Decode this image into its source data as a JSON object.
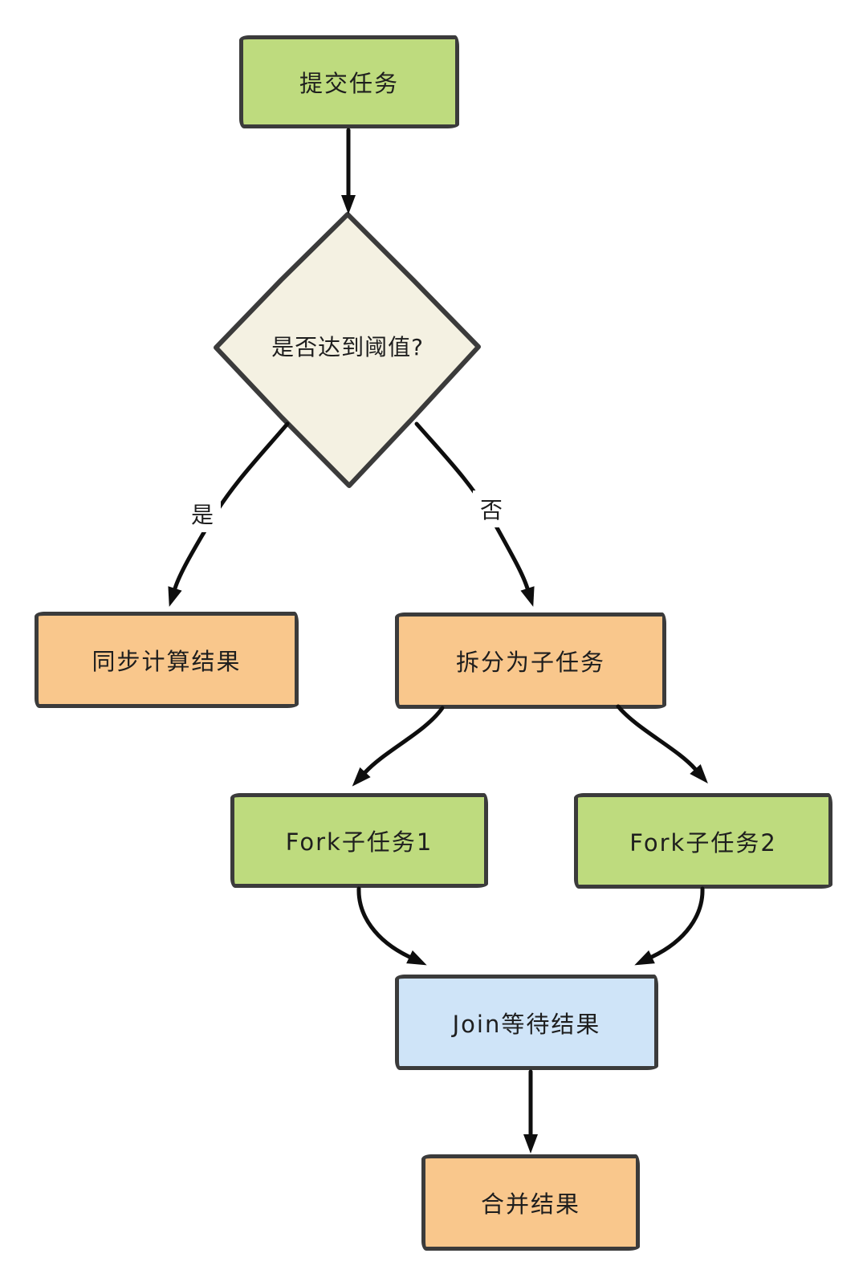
{
  "diagram": {
    "type": "flowchart",
    "style": "hand-drawn",
    "nodes": {
      "submit": {
        "label": "提交任务",
        "shape": "rectangle",
        "fill": "#bedb7e"
      },
      "decision": {
        "label": "是否达到阈值?",
        "shape": "diamond",
        "fill": "#f4f1e2"
      },
      "sync": {
        "label": "同步计算结果",
        "shape": "rectangle",
        "fill": "#f9c78c"
      },
      "split": {
        "label": "拆分为子任务",
        "shape": "rectangle",
        "fill": "#f9c78c"
      },
      "fork1": {
        "label": "Fork子任务1",
        "shape": "rectangle",
        "fill": "#bedb7e"
      },
      "fork2": {
        "label": "Fork子任务2",
        "shape": "rectangle",
        "fill": "#bedb7e"
      },
      "join": {
        "label": "Join等待结果",
        "shape": "rectangle",
        "fill": "#cfe4f8"
      },
      "merge": {
        "label": "合并结果",
        "shape": "rectangle",
        "fill": "#f9c78c"
      }
    },
    "edges": {
      "yes": {
        "from": "decision",
        "to": "sync",
        "label": "是"
      },
      "no": {
        "from": "decision",
        "to": "split",
        "label": "否"
      },
      "e1": {
        "from": "submit",
        "to": "decision",
        "label": ""
      },
      "e2": {
        "from": "split",
        "to": "fork1",
        "label": ""
      },
      "e3": {
        "from": "split",
        "to": "fork2",
        "label": ""
      },
      "e4": {
        "from": "fork1",
        "to": "join",
        "label": ""
      },
      "e5": {
        "from": "fork2",
        "to": "join",
        "label": ""
      },
      "e6": {
        "from": "join",
        "to": "merge",
        "label": ""
      }
    },
    "palette": {
      "green": "#bedb7e",
      "orange": "#f9c78c",
      "blue": "#cfe4f8",
      "cream": "#f4f1e2",
      "border": "#3b3b3b",
      "arrow": "#0e0e0e",
      "background": "#ffffff",
      "text": "#1e1e1e"
    }
  }
}
